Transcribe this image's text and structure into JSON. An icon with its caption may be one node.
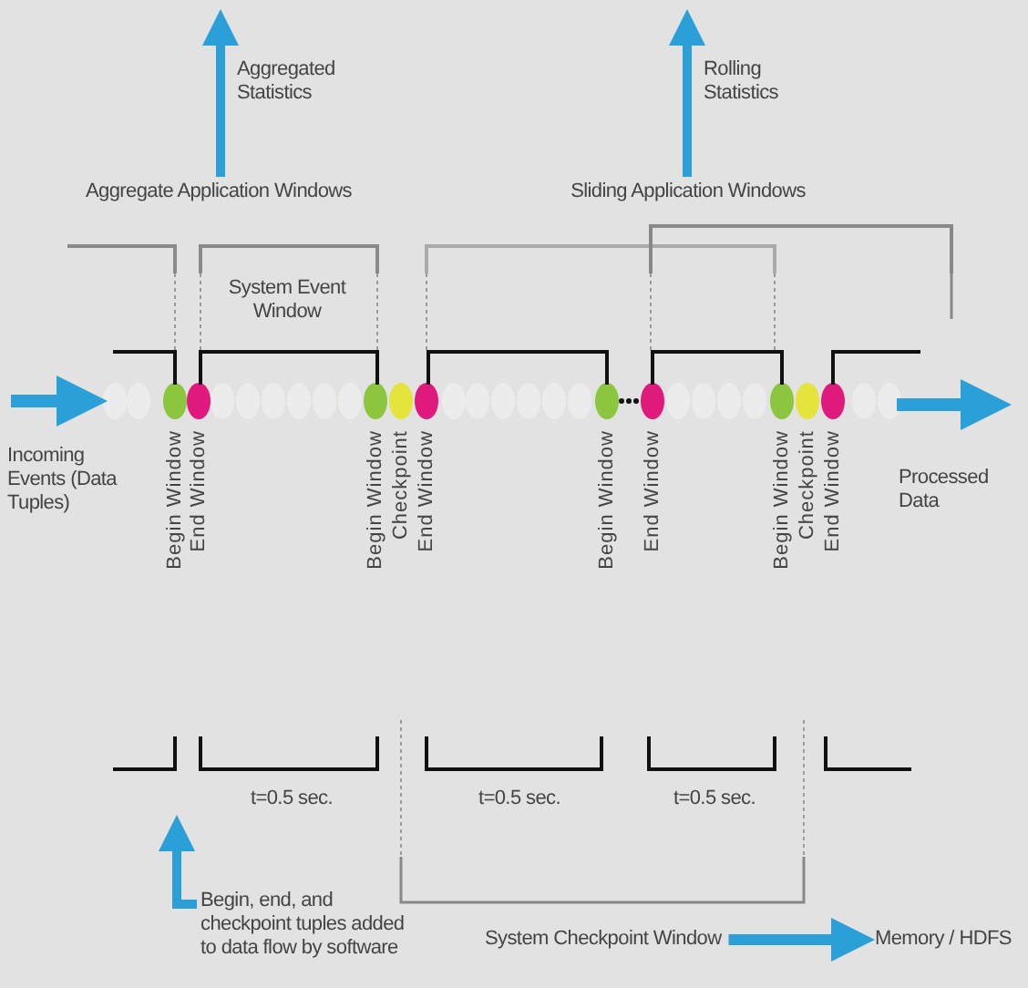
{
  "diagram": {
    "nodes": [
      {
        "text": [
          "Aggregate Application Windows"
        ]
      },
      {
        "text": [
          "Sliding Application Windows"
        ]
      },
      {
        "text": [
          "Begin, end, and checkpoint tuples added to data flow by software"
        ]
      },
      {
        "text": [
          "System Checkpoint Window"
        ]
      },
      {
        "text": [
          "Memory / HDFS"
        ]
      }
    ],
    "edges": [
      {
        "from": 0,
        "to": null,
        "arrow": "to"
      },
      {
        "from": 1,
        "to": null,
        "arrow": "to"
      },
      {
        "from": 2,
        "to": null,
        "arrow": "to"
      },
      {
        "from": 3,
        "to": 4,
        "arrow": "to"
      }
    ],
    "labels": [
      "Aggregated Statistics",
      "Rolling Statistics",
      "System Event Window",
      "Incoming Events (Data Tuples)",
      "Begin Window",
      "End Window",
      "Begin Window",
      "Checkpoint",
      "End Window",
      "Begin Window",
      "End Window",
      "Begin Window",
      "Checkpoint",
      "End Window",
      "Processed Data",
      "t=0.5 sec.",
      "t=0.5 sec.",
      "t=0.5 sec."
    ]
  }
}
